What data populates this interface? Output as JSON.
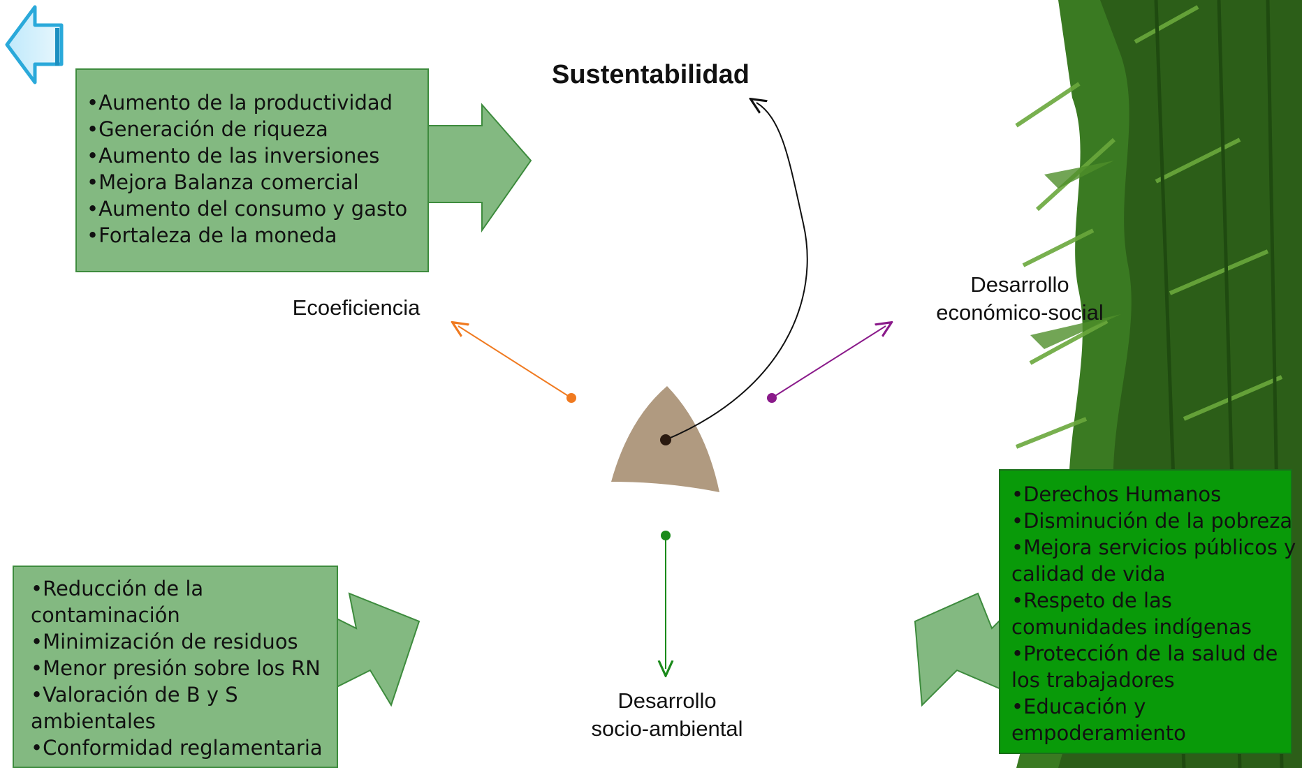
{
  "title": "Sustentabilidad",
  "labels": {
    "ecoeficiencia": "Ecoeficiencia",
    "economico_social": [
      "Desarrollo",
      "económico-social"
    ],
    "socio_ambiental": [
      "Desarrollo",
      "socio-ambiental"
    ]
  },
  "boxes": {
    "ecoeficiencia": [
      "•Aumento de la productividad",
      "•Generación de riqueza",
      "•Aumento de las inversiones",
      "•Mejora Balanza comercial",
      "•Aumento del consumo y gasto",
      "•Fortaleza de la moneda"
    ],
    "socio_ambiental": [
      "•Reducción de la",
      "contaminación",
      "•Minimización de residuos",
      "•Menor presión sobre los RN",
      "•Valoración de B y S",
      "ambientales",
      "•Conformidad reglamentaria"
    ],
    "economico_social": [
      "•Derechos Humanos",
      "•Disminución de la pobreza",
      "•Mejora servicios públicos y",
      "calidad de vida",
      "•Respeto de las",
      "comunidades indígenas",
      "•Protección de la salud de",
      "los trabajadores",
      "•Educación y",
      "empoderamiento"
    ]
  },
  "colors": {
    "box_green": "#83b981",
    "box_dark_green": "#099a09",
    "orange_arrow": "#f07a20",
    "purple_arrow": "#8a1a8a",
    "green_arrow": "#1a8a1a",
    "center_shape": "#b09a80"
  },
  "icons": {
    "back": "back-arrow-icon",
    "plant": "bamboo-plant-image"
  }
}
